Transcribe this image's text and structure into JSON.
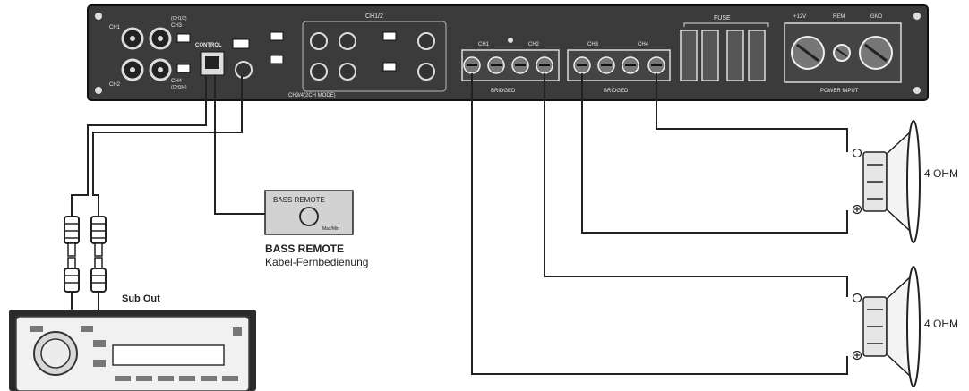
{
  "amplifier": {
    "input_labels": [
      "CH1",
      "CH2",
      "CH3",
      "CH4"
    ],
    "input_small": [
      "(CH1/2)",
      "(CH3/4)"
    ],
    "control_label": "CONTROL",
    "ch12_group": "CH1/2",
    "ch34_group": "CH3/4(2CH MODE)",
    "output_labels": [
      "CH1",
      "CH2",
      "CH3",
      "CH4"
    ],
    "bridged_label": "BRIDGED",
    "fuse_label": "FUSE",
    "power_terminals": [
      "+12V",
      "REM",
      "GND"
    ],
    "power_input_label": "POWER INPUT"
  },
  "bass_remote": {
    "device_label": "BASS REMOTE",
    "device_small": "Max/Min",
    "title": "BASS REMOTE",
    "subtitle": "Kabel-Fernbedienung"
  },
  "head_unit": {
    "sub_out_label": "Sub Out"
  },
  "speakers": [
    {
      "impedance": "4 OHM"
    },
    {
      "impedance": "4 OHM"
    }
  ],
  "colors": {
    "amp_body": "#3a3a3a",
    "panel_line": "#d9d9d9",
    "wire": "#222222"
  }
}
